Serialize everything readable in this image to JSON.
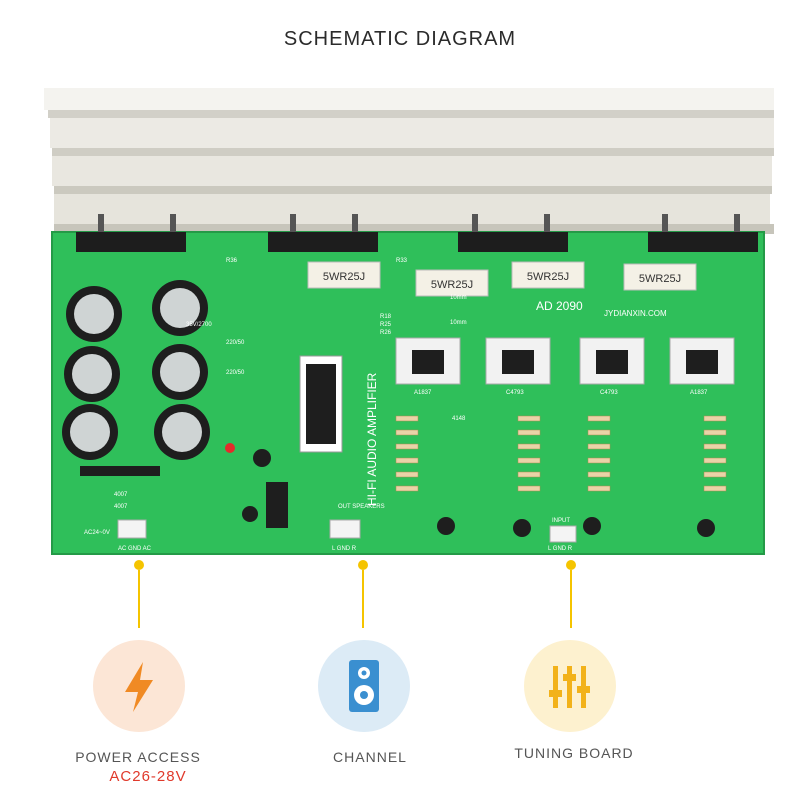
{
  "title": "SCHEMATIC DIAGRAM",
  "board": {
    "resistor_labels": [
      "5WR25J",
      "5WR25J",
      "5WR25J",
      "5WR25J"
    ],
    "model": "AD 2090",
    "site": "JYDIANXIN.COM",
    "vertical_title": "HI-FI AUDIO AMPLIFIER",
    "transistor_labels": [
      "A1837",
      "C4793",
      "C4793",
      "A1837"
    ],
    "connector_labels": [
      "AC24~0V",
      "OUT SPEAKERS",
      "INPUT"
    ],
    "pin_labels": [
      "AC GND AC",
      "L GND R",
      "L GND R"
    ],
    "misc_labels": [
      "R36",
      "R33",
      "R18",
      "R25",
      "R26",
      "4007",
      "4007",
      "10mm",
      "10mm",
      "35V/2700",
      "220/50",
      "220/50",
      "4148"
    ]
  },
  "features": [
    {
      "label": "POWER ACCESS",
      "sub": "AC26-28V",
      "icon": "lightning-icon",
      "color": "#fce6d6",
      "icon_color": "#f08a24"
    },
    {
      "label": "CHANNEL",
      "sub": "",
      "icon": "speaker-icon",
      "color": "#dcebf6",
      "icon_color": "#3a8fd0"
    },
    {
      "label": "TUNING BOARD",
      "sub": "",
      "icon": "equalizer-icon",
      "color": "#fdf1cf",
      "icon_color": "#f2b21a"
    }
  ],
  "colors": {
    "accent_line": "#f5c400",
    "pcb": "#2fbf5a",
    "heatsink": "#e8e6df"
  }
}
